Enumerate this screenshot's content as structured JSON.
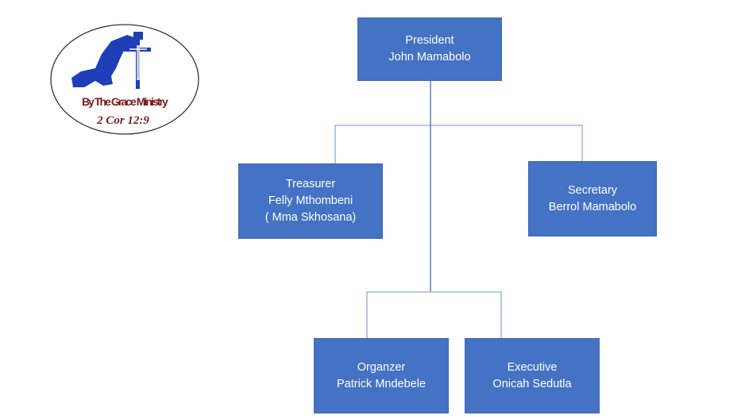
{
  "logo": {
    "title": "By The Grace Ministry",
    "verse": "2 Cor 12:9"
  },
  "colors": {
    "box": "#4472C4",
    "connector": "#8FAADC",
    "trunk": "#2F5597",
    "logo_text": "#7B1C1C",
    "logo_figure": "#1F3FB8"
  },
  "org": {
    "president": {
      "role": "President",
      "name": "John Mamabolo"
    },
    "treasurer": {
      "role": "Treasurer",
      "name": "Felly Mthombeni",
      "alias": "( Mma Skhosana)"
    },
    "secretary": {
      "role": "Secretary",
      "name": "Berrol Mamabolo"
    },
    "organizer": {
      "role": "Organzer",
      "name": "Patrick Mndebele"
    },
    "executive": {
      "role": "Executive",
      "name": "Onicah Sedutla"
    }
  }
}
